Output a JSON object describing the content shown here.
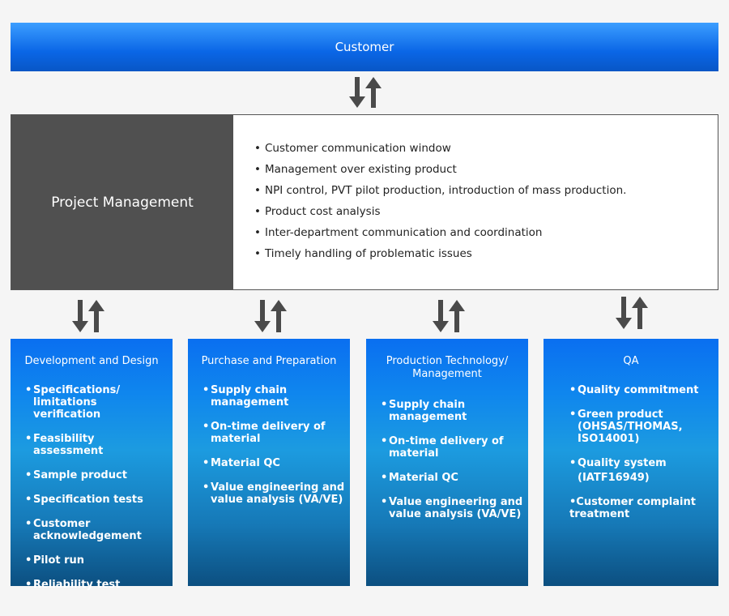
{
  "customer": {
    "label": "Customer"
  },
  "project_management": {
    "title": "Project Management",
    "items": [
      "Customer communication window",
      "Management over existing product",
      "NPI control, PVT pilot production, introduction of mass production.",
      "Product cost analysis",
      "Inter-department communication and coordination",
      "Timely handling of problematic issues"
    ]
  },
  "departments": [
    {
      "title": "Development and Design",
      "items": [
        "Specifications/ limitations verification",
        "Feasibility assessment",
        "Sample product",
        "Specification tests",
        "Customer acknowledgement",
        "Pilot run",
        "Reliability test"
      ]
    },
    {
      "title": "Purchase and Preparation",
      "items": [
        "Supply chain management",
        "On-time delivery of material",
        "Material QC",
        "Value engineering and value analysis (VA/VE)"
      ]
    },
    {
      "title": "Production Technology/ Management",
      "items": [
        "Supply chain management",
        "On-time delivery of material",
        "Material QC",
        "Value engineering and value analysis (VA/VE)"
      ]
    },
    {
      "title": "QA",
      "items": [
        "Quality commitment",
        "Green product (OHSAS/THOMAS, ISO14001)",
        "Quality system",
        "(IATF16949)",
        "•Customer complaint treatment"
      ]
    }
  ],
  "colors": {
    "customer_bar": "#0a66e6",
    "pm_left": "#505050",
    "arrow": "#4a4a4a"
  },
  "icons": {
    "connector": "bidirectional-arrow-icon"
  }
}
